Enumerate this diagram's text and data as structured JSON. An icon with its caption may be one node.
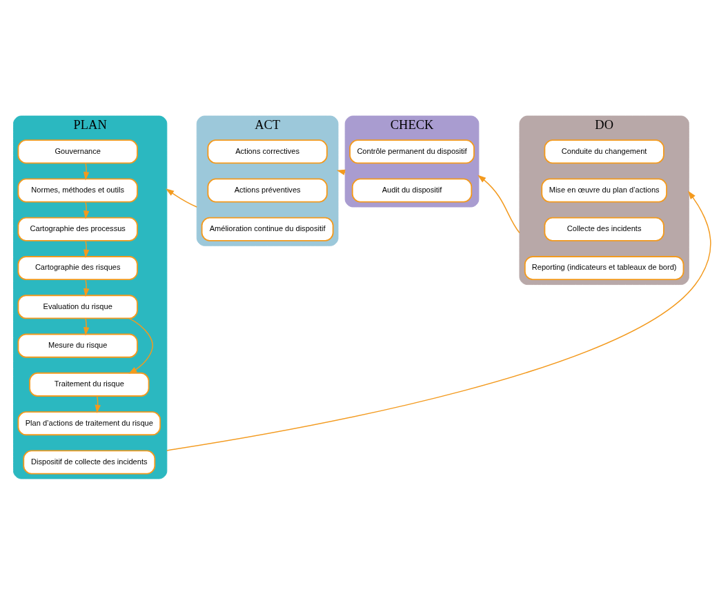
{
  "diagram": {
    "nodes": [
      {
        "text": [
          "PLAN"
        ]
      },
      {
        "text": [
          "Gouvernance"
        ],
        "in": 0
      },
      {
        "text": [
          "Normes, méthodes et outils"
        ],
        "in": 0
      },
      {
        "text": [
          "Cartographie des processus"
        ],
        "in": 0
      },
      {
        "text": [
          "Cartographie des risques"
        ],
        "in": 0
      },
      {
        "text": [
          "Evaluation du risque"
        ],
        "in": 0
      },
      {
        "text": [
          "Mesure du risque"
        ],
        "in": 0
      },
      {
        "text": [
          "Traitement du risque"
        ],
        "in": 0
      },
      {
        "text": [
          "Plan d’actions de traitement du risque"
        ],
        "in": 0
      },
      {
        "text": [
          "Dispositif de collecte des incidents"
        ],
        "in": 0
      },
      {
        "text": [
          "DO"
        ]
      },
      {
        "text": [
          "Conduite du changement"
        ],
        "in": 10
      },
      {
        "text": [
          "Mise en œuvre du plan d’actions"
        ],
        "in": 10
      },
      {
        "text": [
          "Collecte des incidents"
        ],
        "in": 10
      },
      {
        "text": [
          "Reporting (indicateurs et tableaux de bord)"
        ],
        "in": 10
      },
      {
        "text": [
          "CHECK"
        ]
      },
      {
        "text": [
          "Contrôle permanent du dispositif"
        ],
        "in": 15
      },
      {
        "text": [
          "Audit du dispositif"
        ],
        "in": 15
      },
      {
        "text": [
          "ACT"
        ]
      },
      {
        "text": [
          "Actions correctives"
        ],
        "in": 18
      },
      {
        "text": [
          "Actions préventives"
        ],
        "in": 18
      },
      {
        "text": [
          "Amélioration continue du dispositif"
        ],
        "in": 18
      }
    ],
    "edges": [
      {
        "from": 1,
        "to": 2,
        "arrow": "to"
      },
      {
        "from": 2,
        "to": 3,
        "arrow": "to"
      },
      {
        "from": 3,
        "to": 4,
        "arrow": "to"
      },
      {
        "from": 4,
        "to": 5,
        "arrow": "to"
      },
      {
        "from": 5,
        "to": 6,
        "arrow": "to"
      },
      {
        "from": 5,
        "to": 7,
        "arrow": "to"
      },
      {
        "from": 7,
        "to": 8,
        "arrow": "to"
      },
      {
        "from": 18,
        "to": 0,
        "arrow": "to"
      },
      {
        "from": 0,
        "to": 10,
        "arrow": "to"
      },
      {
        "from": 10,
        "to": 15,
        "arrow": "to"
      },
      {
        "from": 15,
        "to": 18,
        "arrow": "to"
      }
    ]
  }
}
